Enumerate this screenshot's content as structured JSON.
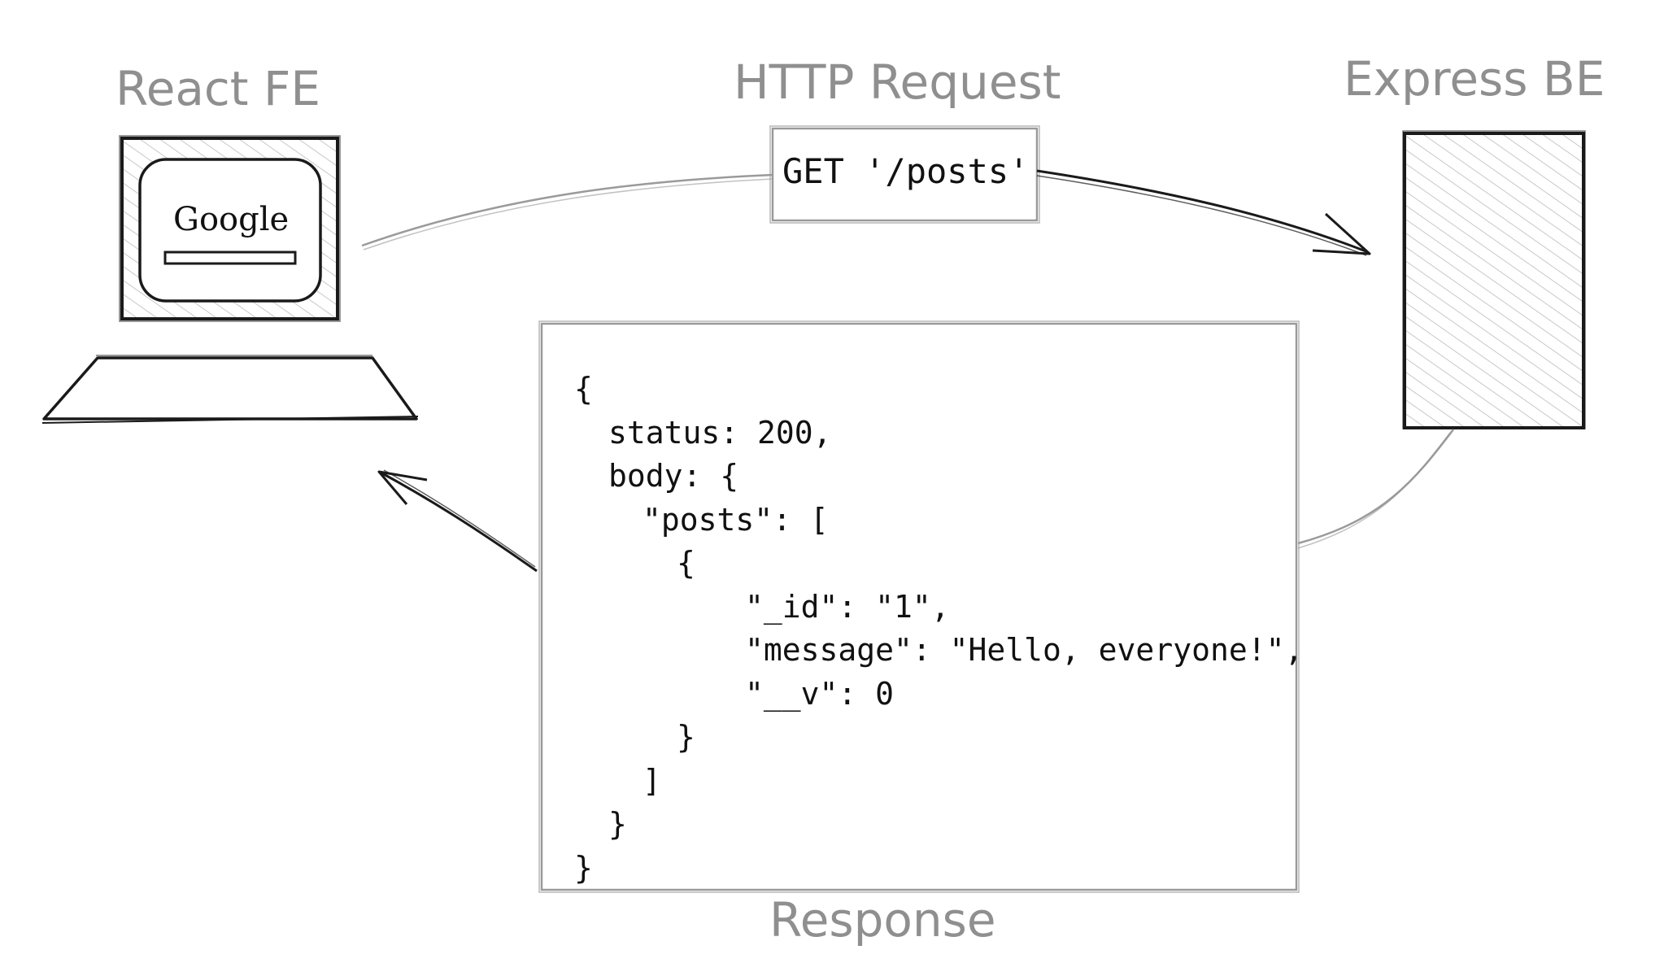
{
  "labels": {
    "frontend": "React FE",
    "request": "HTTP Request",
    "backend": "Express BE",
    "response": "Response"
  },
  "screen": {
    "logo_text": "Google"
  },
  "request_box": {
    "text": "GET '/posts'"
  },
  "response_body": {
    "lines": [
      {
        "indent": 0,
        "text": "{"
      },
      {
        "indent": 1,
        "text": "status: 200,"
      },
      {
        "indent": 1,
        "text": "body: {"
      },
      {
        "indent": 2,
        "text": "\"posts\": ["
      },
      {
        "indent": 3,
        "text": "{"
      },
      {
        "indent": 5,
        "text": "\"_id\": \"1\","
      },
      {
        "indent": 5,
        "text": "\"message\": \"Hello, everyone!\","
      },
      {
        "indent": 5,
        "text": "\"__v\": 0"
      },
      {
        "indent": 3,
        "text": "}"
      },
      {
        "indent": 2,
        "text": "]"
      },
      {
        "indent": 1,
        "text": "}"
      },
      {
        "indent": 0,
        "text": "}"
      }
    ]
  },
  "colors": {
    "label": "#8f8f8f",
    "stroke": "#1a1a1a",
    "box_stroke": "#9a9a9a",
    "hatch": "#c8c8c8"
  }
}
